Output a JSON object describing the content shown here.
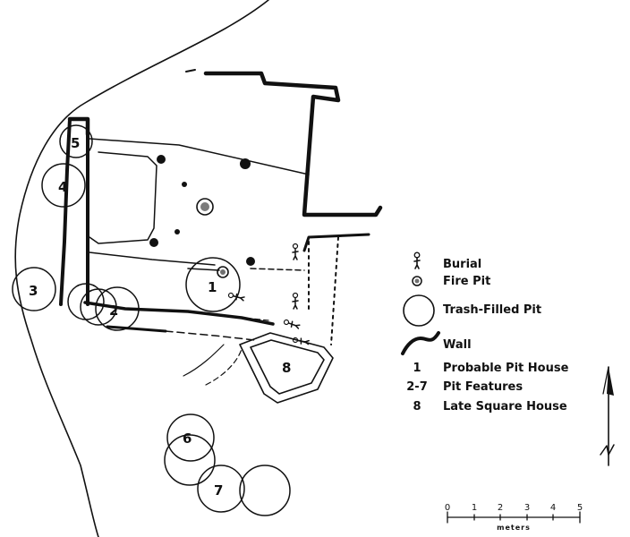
{
  "features": [
    {
      "id": "1",
      "label": "1"
    },
    {
      "id": "2",
      "label": "2"
    },
    {
      "id": "3",
      "label": "3"
    },
    {
      "id": "4",
      "label": "4"
    },
    {
      "id": "5",
      "label": "5"
    },
    {
      "id": "6",
      "label": "6"
    },
    {
      "id": "7",
      "label": "7"
    },
    {
      "id": "8",
      "label": "8"
    }
  ],
  "legend": {
    "burial": "Burial",
    "fire_pit": "Fire Pit",
    "trash_pit": "Trash-Filled Pit",
    "wall": "Wall",
    "pit_house_key": "1",
    "pit_house": "Probable Pit House",
    "pit_features_key": "2-7",
    "pit_features": "Pit Features",
    "square_house_key": "8",
    "square_house": "Late Square House"
  },
  "scale": {
    "ticks": [
      "0",
      "1",
      "2",
      "3",
      "4",
      "5"
    ],
    "unit": "meters"
  },
  "icons": {
    "north": "north-arrow-icon",
    "burial": "burial-icon",
    "fire_pit": "fire-pit-icon",
    "trash_pit": "trash-pit-icon",
    "wall": "wall-icon"
  }
}
